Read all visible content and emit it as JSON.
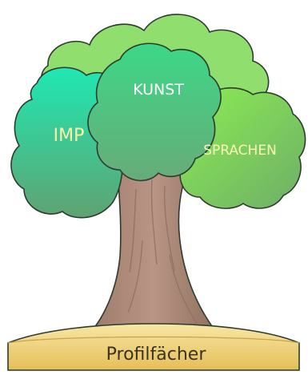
{
  "crowns": {
    "imp": {
      "label": "IMP",
      "label_color": "#fff6a6"
    },
    "kunst": {
      "label": "KUNST",
      "label_color": "#ffffff"
    },
    "sprachen": {
      "label": "SPRACHEN",
      "label_color": "#fbf6b8"
    }
  },
  "base": {
    "label": "Profilfächer",
    "label_color": "#3a3325"
  },
  "colors": {
    "outline": "#2f3a2f",
    "back_crown": "#8fde6e",
    "imp_top": "#1fe8b3",
    "imp_bottom": "#5fa371",
    "kunst_top": "#3cd887",
    "kunst_bottom": "#68ab79",
    "sprachen_top": "#8cef51",
    "sprachen_bottom": "#6eae68",
    "trunk": "#b08b78",
    "trunk_shadow": "#8c6d5e",
    "plank_top": "#f7e7a4",
    "plank_bottom": "#e6be58"
  }
}
